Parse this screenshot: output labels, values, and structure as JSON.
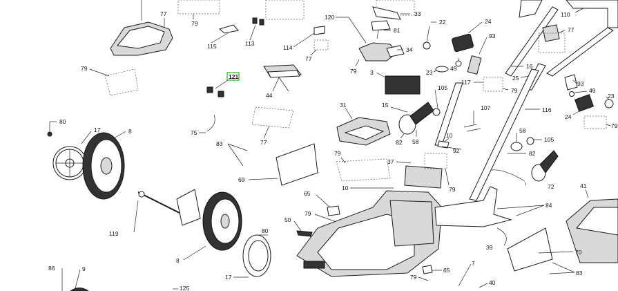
{
  "diagram": {
    "highlight_color": "#3cc23c",
    "highlighted_label": "121",
    "labels": {
      "l77a": "77",
      "l79a": "79",
      "l115": "115",
      "l113": "113",
      "l114": "114",
      "l77b": "77",
      "l120": "120",
      "l33": "33",
      "l81": "81",
      "l79b": "79",
      "l34": "34",
      "l22": "22",
      "l24": "24",
      "l93a": "93",
      "l49a": "49",
      "l23a": "23",
      "l3": "3",
      "l110": "110",
      "l77c": "77",
      "l16": "16",
      "l25": "25",
      "l117": "117",
      "l79c": "79",
      "l105a": "105",
      "l93b": "93",
      "l49b": "49",
      "l23b": "23",
      "l24b": "24",
      "l79d": "79",
      "l79e": "79",
      "l121": "121",
      "l44": "44",
      "l80a": "80",
      "l17a": "17",
      "l8a": "8",
      "l75": "75",
      "l77d": "77",
      "l31": "31",
      "l15": "15",
      "l82a": "82",
      "l58a": "58",
      "l107": "107",
      "l116": "116",
      "l10a": "10",
      "l92": "92",
      "l58b": "58",
      "l105b": "105",
      "l82b": "82",
      "l83a": "83",
      "l69": "69",
      "l79f": "79",
      "l37": "37",
      "l79g": "79",
      "l72": "72",
      "l41": "41",
      "l10b": "10",
      "l119": "119",
      "l65a": "65",
      "l84": "84",
      "l50": "50",
      "l79h": "79",
      "l80b": "80",
      "l8b": "8",
      "l39": "39",
      "l70": "70",
      "l83b": "83",
      "l86": "86",
      "l9": "9",
      "l17b": "17",
      "l125": "125",
      "l65b": "65",
      "l7": "7",
      "l79i": "79",
      "l40": "40"
    }
  }
}
